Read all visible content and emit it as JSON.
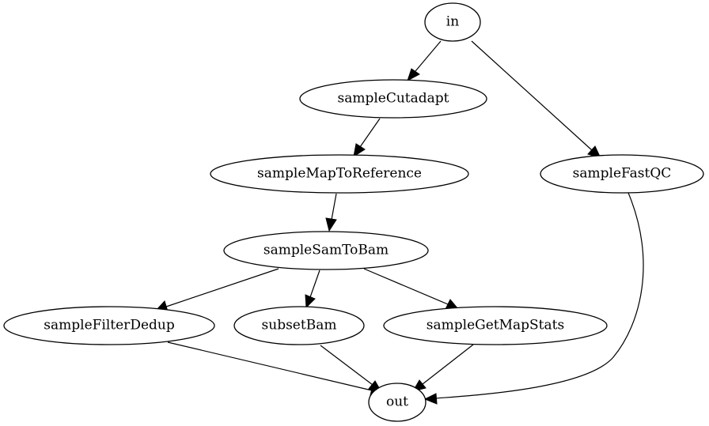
{
  "diagram": {
    "nodes": [
      {
        "id": "in",
        "label": "in"
      },
      {
        "id": "sampleCutadapt",
        "label": "sampleCutadapt"
      },
      {
        "id": "sampleFastQC",
        "label": "sampleFastQC"
      },
      {
        "id": "sampleMapToReference",
        "label": "sampleMapToReference"
      },
      {
        "id": "sampleSamToBam",
        "label": "sampleSamToBam"
      },
      {
        "id": "sampleFilterDedup",
        "label": "sampleFilterDedup"
      },
      {
        "id": "subsetBam",
        "label": "subsetBam"
      },
      {
        "id": "sampleGetMapStats",
        "label": "sampleGetMapStats"
      },
      {
        "id": "out",
        "label": "out"
      }
    ],
    "edges": [
      {
        "from": "in",
        "to": "sampleCutadapt"
      },
      {
        "from": "in",
        "to": "sampleFastQC"
      },
      {
        "from": "sampleCutadapt",
        "to": "sampleMapToReference"
      },
      {
        "from": "sampleMapToReference",
        "to": "sampleSamToBam"
      },
      {
        "from": "sampleSamToBam",
        "to": "sampleFilterDedup"
      },
      {
        "from": "sampleSamToBam",
        "to": "subsetBam"
      },
      {
        "from": "sampleSamToBam",
        "to": "sampleGetMapStats"
      },
      {
        "from": "sampleFilterDedup",
        "to": "out"
      },
      {
        "from": "subsetBam",
        "to": "out"
      },
      {
        "from": "sampleGetMapStats",
        "to": "out"
      },
      {
        "from": "sampleFastQC",
        "to": "out"
      }
    ]
  }
}
